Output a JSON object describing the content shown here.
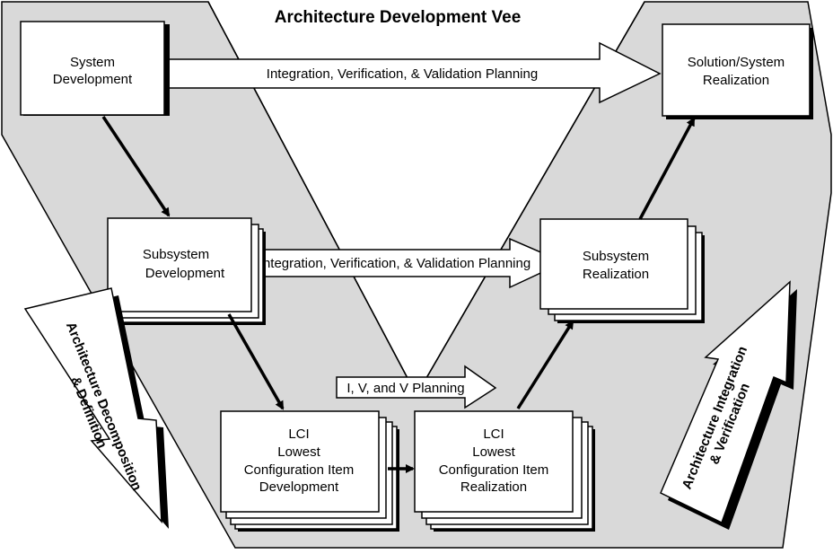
{
  "title": "Architecture Development Vee",
  "colors": {
    "vee_fill": "#d9d9d9",
    "box_fill": "#ffffff",
    "stroke": "#000000"
  },
  "boxes": {
    "system_dev": [
      "System",
      "Development"
    ],
    "solution_real": [
      "Solution/System",
      "Realization"
    ],
    "subsystem_dev": [
      "Subsystem",
      "Development"
    ],
    "subsystem_real": [
      "Subsystem",
      "Realization"
    ],
    "lci_dev": [
      "LCI",
      "Lowest",
      "Configuration Item",
      "Development"
    ],
    "lci_real": [
      "LCI",
      "Lowest",
      "Configuration Item",
      "Realization"
    ]
  },
  "planning_arrows": {
    "top": "Integration, Verification, & Validation Planning",
    "middle": "Integration, Verification, & Validation Planning",
    "bottom": "I, V, and V  Planning"
  },
  "side_arrows": {
    "left": [
      "Architecture Decomposition",
      "& Definition"
    ],
    "right": [
      "Architecture Integration",
      "& Verification"
    ]
  }
}
